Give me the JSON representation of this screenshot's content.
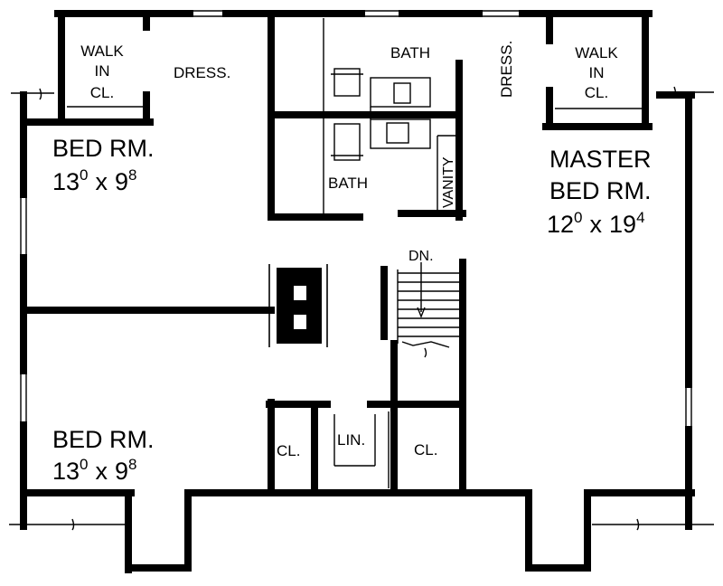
{
  "rooms": {
    "walk_in_left": {
      "line1": "WALK",
      "line2": "IN",
      "line3": "CL."
    },
    "dress_left": "DRESS.",
    "bath_upper": "BATH",
    "dress_right": "DRESS.",
    "walk_in_right": {
      "line1": "WALK",
      "line2": "IN",
      "line3": "CL."
    },
    "bed_upper_left": {
      "name": "BED RM.",
      "width_ft": "13",
      "width_in": "0",
      "depth_ft": "9",
      "depth_in": "8",
      "by": "x"
    },
    "bath_lower": "BATH",
    "vanity": "VANITY",
    "master": {
      "line1": "MASTER",
      "line2": "BED RM.",
      "width_ft": "12",
      "width_in": "0",
      "depth_ft": "19",
      "depth_in": "4",
      "by": "x"
    },
    "stairs_down": "DN.",
    "bed_lower_left": {
      "name": "BED RM.",
      "width_ft": "13",
      "width_in": "0",
      "depth_ft": "9",
      "depth_in": "8",
      "by": "x"
    },
    "closet_a": "CL.",
    "linen": "LIN.",
    "closet_b": "CL."
  },
  "colors": {
    "wall": "#000000",
    "background": "#ffffff"
  }
}
